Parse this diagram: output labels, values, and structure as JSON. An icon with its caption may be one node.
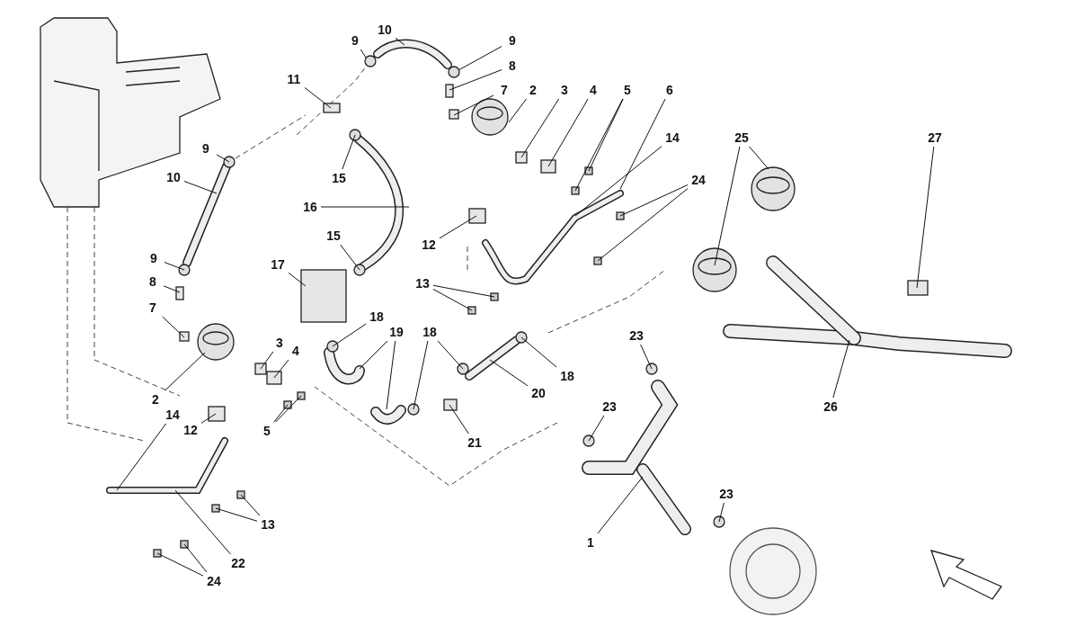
{
  "diagram": {
    "nodes": [
      {
        "text": [
          "9"
        ]
      },
      {
        "text": [
          "10"
        ]
      },
      {
        "text": [
          "9"
        ]
      },
      {
        "text": [
          "8"
        ]
      },
      {
        "text": [
          "7"
        ]
      },
      {
        "text": [
          "2"
        ]
      },
      {
        "text": [
          "3"
        ]
      },
      {
        "text": [
          "4"
        ]
      },
      {
        "text": [
          "5"
        ]
      },
      {
        "text": [
          "6"
        ]
      },
      {
        "text": [
          "11"
        ]
      },
      {
        "text": [
          "14"
        ]
      },
      {
        "text": [
          "24"
        ]
      },
      {
        "text": [
          "25"
        ]
      },
      {
        "text": [
          "27"
        ]
      },
      {
        "text": [
          "9"
        ]
      },
      {
        "text": [
          "15"
        ]
      },
      {
        "text": [
          "10"
        ]
      },
      {
        "text": [
          "16"
        ]
      },
      {
        "text": [
          "12"
        ]
      },
      {
        "text": [
          "15"
        ]
      },
      {
        "text": [
          "17"
        ]
      },
      {
        "text": [
          "9"
        ]
      },
      {
        "text": [
          "13"
        ]
      },
      {
        "text": [
          "8"
        ]
      },
      {
        "text": [
          "7"
        ]
      },
      {
        "text": [
          "18"
        ]
      },
      {
        "text": [
          "19"
        ]
      },
      {
        "text": [
          "18"
        ]
      },
      {
        "text": [
          "23"
        ]
      },
      {
        "text": [
          "3"
        ]
      },
      {
        "text": [
          "4"
        ]
      },
      {
        "text": [
          "18"
        ]
      },
      {
        "text": [
          "20"
        ]
      },
      {
        "text": [
          "2"
        ]
      },
      {
        "text": [
          "5"
        ]
      },
      {
        "text": [
          "23"
        ]
      },
      {
        "text": [
          "26"
        ]
      },
      {
        "text": [
          "21"
        ]
      },
      {
        "text": [
          "14"
        ]
      },
      {
        "text": [
          "12"
        ]
      },
      {
        "text": [
          "23"
        ]
      },
      {
        "text": [
          "1"
        ]
      },
      {
        "text": [
          "13"
        ]
      },
      {
        "text": [
          "22"
        ]
      },
      {
        "text": [
          "24"
        ]
      }
    ],
    "edges": [
      {
        "from": 0,
        "to": null,
        "arrow": "none"
      },
      {
        "from": 1,
        "to": null,
        "arrow": "none"
      },
      {
        "from": 2,
        "to": null,
        "arrow": "none"
      },
      {
        "from": 3,
        "to": null,
        "arrow": "none"
      },
      {
        "from": 4,
        "to": null,
        "arrow": "none"
      },
      {
        "from": 5,
        "to": null,
        "arrow": "none"
      },
      {
        "from": 6,
        "to": null,
        "arrow": "none"
      },
      {
        "from": 7,
        "to": null,
        "arrow": "none"
      },
      {
        "from": 8,
        "to": null,
        "arrow": "none"
      },
      {
        "from": 8,
        "to": null,
        "arrow": "none"
      },
      {
        "from": 9,
        "to": null,
        "arrow": "none"
      },
      {
        "from": 10,
        "to": null,
        "arrow": "none"
      },
      {
        "from": 11,
        "to": null,
        "arrow": "none"
      },
      {
        "from": 12,
        "to": null,
        "arrow": "none"
      },
      {
        "from": 12,
        "to": null,
        "arrow": "none"
      },
      {
        "from": 13,
        "to": null,
        "arrow": "none"
      },
      {
        "from": 13,
        "to": null,
        "arrow": "none"
      },
      {
        "from": 14,
        "to": null,
        "arrow": "none"
      },
      {
        "from": 15,
        "to": null,
        "arrow": "none"
      },
      {
        "from": 16,
        "to": null,
        "arrow": "none"
      },
      {
        "from": 17,
        "to": null,
        "arrow": "none"
      },
      {
        "from": 18,
        "to": null,
        "arrow": "none"
      },
      {
        "from": 19,
        "to": null,
        "arrow": "none"
      },
      {
        "from": 20,
        "to": null,
        "arrow": "none"
      },
      {
        "from": 21,
        "to": null,
        "arrow": "none"
      },
      {
        "from": 22,
        "to": null,
        "arrow": "none"
      },
      {
        "from": 23,
        "to": null,
        "arrow": "none"
      },
      {
        "from": 23,
        "to": null,
        "arrow": "none"
      },
      {
        "from": 24,
        "to": null,
        "arrow": "none"
      },
      {
        "from": 25,
        "to": null,
        "arrow": "none"
      },
      {
        "from": 26,
        "to": null,
        "arrow": "none"
      },
      {
        "from": 27,
        "to": null,
        "arrow": "none"
      },
      {
        "from": 27,
        "to": null,
        "arrow": "none"
      },
      {
        "from": 28,
        "to": null,
        "arrow": "none"
      },
      {
        "from": 28,
        "to": null,
        "arrow": "none"
      },
      {
        "from": 29,
        "to": null,
        "arrow": "none"
      },
      {
        "from": 30,
        "to": null,
        "arrow": "none"
      },
      {
        "from": 31,
        "to": null,
        "arrow": "none"
      },
      {
        "from": 32,
        "to": null,
        "arrow": "none"
      },
      {
        "from": 33,
        "to": null,
        "arrow": "none"
      },
      {
        "from": 34,
        "to": null,
        "arrow": "none"
      },
      {
        "from": 35,
        "to": null,
        "arrow": "none"
      },
      {
        "from": 35,
        "to": null,
        "arrow": "none"
      },
      {
        "from": 36,
        "to": null,
        "arrow": "none"
      },
      {
        "from": 37,
        "to": null,
        "arrow": "none"
      },
      {
        "from": 38,
        "to": null,
        "arrow": "none"
      },
      {
        "from": 39,
        "to": null,
        "arrow": "none"
      },
      {
        "from": 40,
        "to": null,
        "arrow": "none"
      },
      {
        "from": 41,
        "to": null,
        "arrow": "none"
      },
      {
        "from": 42,
        "to": null,
        "arrow": "none"
      },
      {
        "from": 43,
        "to": null,
        "arrow": "none"
      },
      {
        "from": 43,
        "to": null,
        "arrow": "none"
      },
      {
        "from": 44,
        "to": null,
        "arrow": "none"
      },
      {
        "from": 45,
        "to": null,
        "arrow": "none"
      },
      {
        "from": 45,
        "to": null,
        "arrow": "none"
      }
    ]
  }
}
